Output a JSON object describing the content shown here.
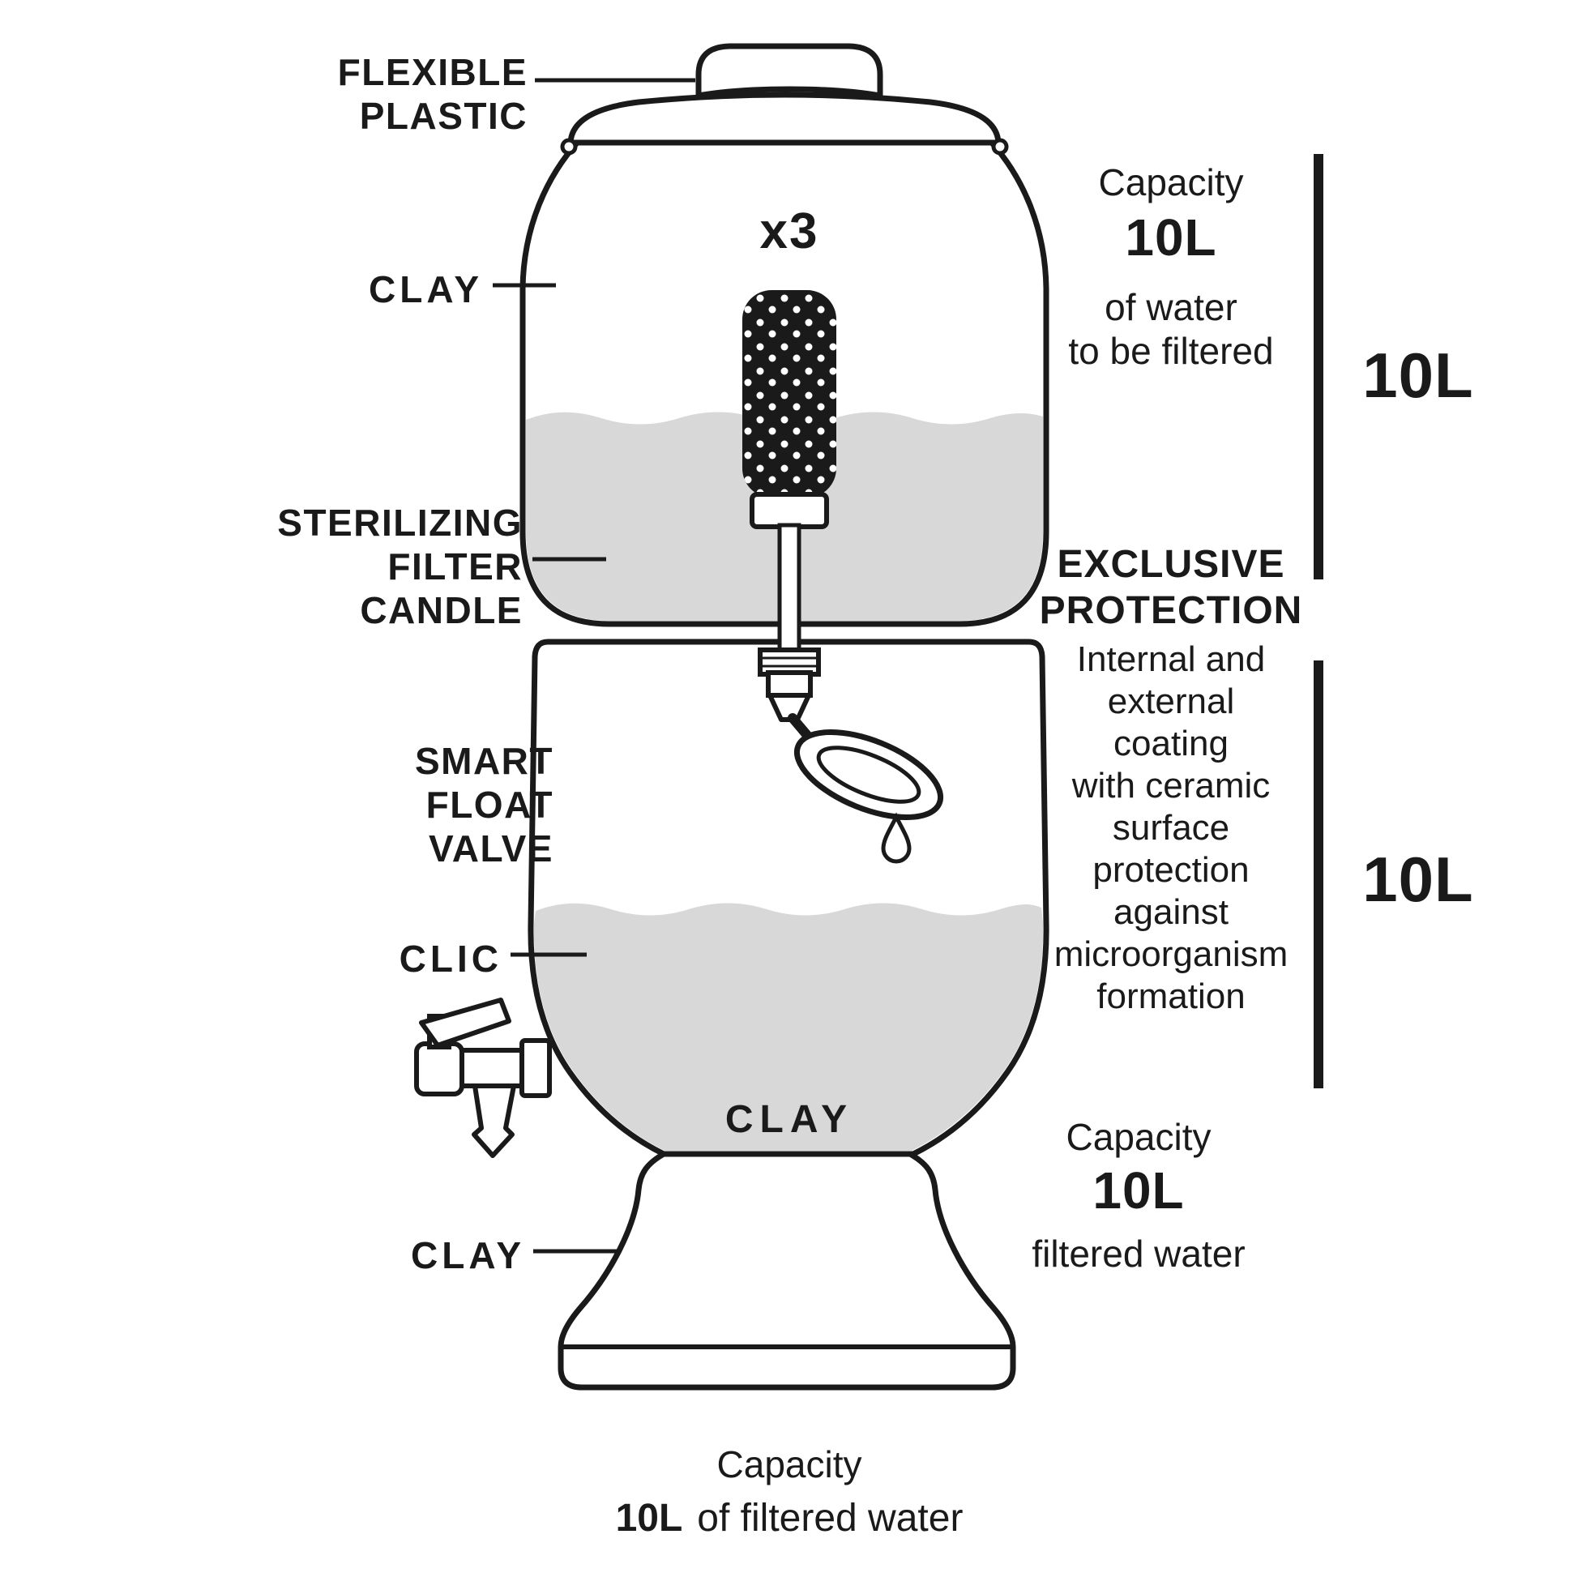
{
  "colors": {
    "ink": "#1a1a1a",
    "water": "#d8d8d8"
  },
  "left_labels": {
    "flexible_plastic": "FLEXIBLE\nPLASTIC",
    "clay_top": "CLAY",
    "sterilizing_filter_candle": "STERILIZING\nFILTER\nCANDLE",
    "smart_float_valve": "SMART\nFLOAT VALVE",
    "clic": "CLIC",
    "clay_base": "CLAY"
  },
  "vessel": {
    "candle_count": "x3",
    "clay_lower": "CLAY"
  },
  "right_top": {
    "capacity_label": "Capacity",
    "capacity_value": "10L",
    "description": "of water\nto be filtered",
    "bar_value": "10L"
  },
  "protection": {
    "title": "EXCLUSIVE\nPROTECTION",
    "body": "Internal and\nexternal coating\nwith ceramic\nsurface\nprotection\nagainst\nmicroorganism\nformation",
    "bar_value": "10L"
  },
  "right_bottom": {
    "capacity_label": "Capacity",
    "capacity_value": "10L",
    "description": "filtered water"
  },
  "bottom": {
    "capacity_label": "Capacity",
    "capacity_value": "10L",
    "description": "of filtered water"
  }
}
